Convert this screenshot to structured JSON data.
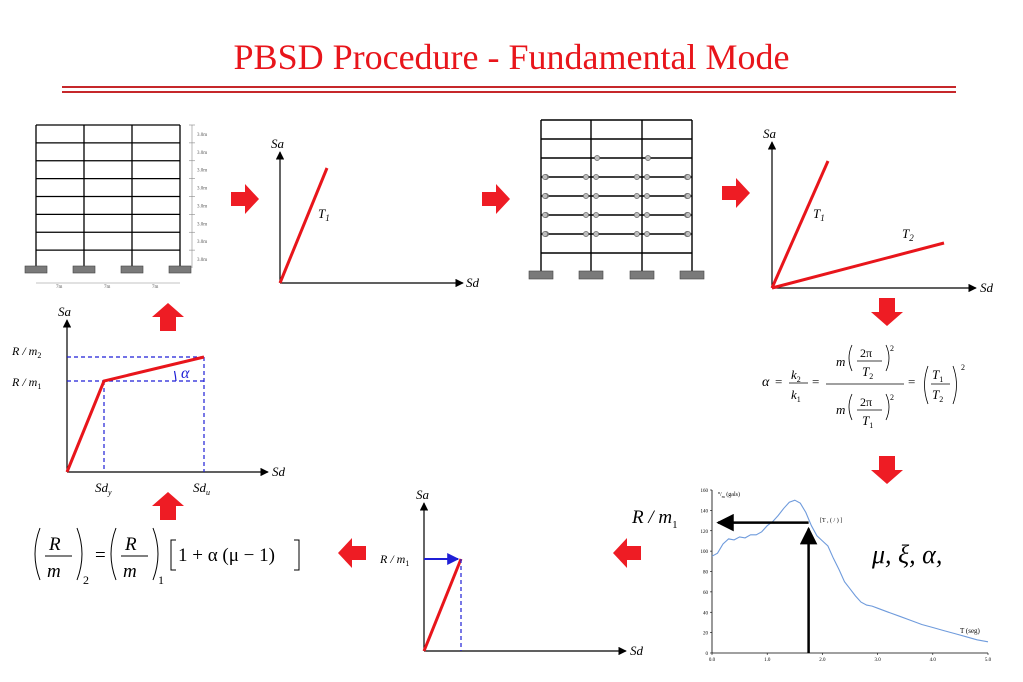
{
  "title": "PBSD Procedure -  Fundamental Mode",
  "colors": {
    "title": "#e8151b",
    "rule": "#c6282b",
    "arrow": "#ee1c24",
    "line": "#e8151b",
    "guide": "#1f1fd6",
    "spectrum": "#6f9bdc"
  },
  "frame": {
    "story_heights": [
      "3.0m",
      "3.0m",
      "3.0m",
      "3.0m",
      "3.0m",
      "3.0m",
      "3.0m",
      "3.0m"
    ],
    "bay_widths": [
      "7m",
      "7m",
      "7m"
    ]
  },
  "elastic_chart": {
    "ylabel": "Sa",
    "xlabel": "Sd",
    "line_label": "T",
    "line_sub": "1"
  },
  "damaged_chart": {
    "ylabel": "Sa",
    "xlabel": "Sd",
    "line1_label": "T",
    "line1_sub": "1",
    "line2_label": "T",
    "line2_sub": "2"
  },
  "bilinear_chart": {
    "ylabel": "Sa",
    "xlabel": "Sd",
    "y_label_2": "R / m",
    "y_sub_2": "2",
    "y_label_1": "R / m",
    "y_sub_1": "1",
    "angle_label": "α",
    "x_label_y": "Sd",
    "x_sub_y": "y",
    "x_label_u": "Sd",
    "x_sub_u": "u"
  },
  "small_chart": {
    "ylabel": "Sa",
    "xlabel": "Sd",
    "y_label": "R / m",
    "y_sub": "1"
  },
  "spectrum_chart": {
    "type": "line",
    "ylabel_text": "(gals)",
    "xlabel": "T (seg)",
    "marker_label": "[T , ( / ) ]",
    "ylim": [
      0,
      160
    ],
    "xlim": [
      0,
      5
    ],
    "y_ticks": [
      "0",
      "20",
      "40",
      "60",
      "80",
      "100",
      "120",
      "140",
      "160"
    ],
    "x_ticks": [
      "0.0",
      "1.0",
      "2.0",
      "3.0",
      "4.0",
      "5.0"
    ],
    "x": [
      0.0,
      0.1,
      0.2,
      0.3,
      0.4,
      0.5,
      0.6,
      0.7,
      0.8,
      0.9,
      1.0,
      1.1,
      1.2,
      1.3,
      1.4,
      1.5,
      1.6,
      1.7,
      1.8,
      1.9,
      2.0,
      2.1,
      2.2,
      2.3,
      2.4,
      2.5,
      2.6,
      2.7,
      2.8,
      2.9,
      3.0,
      3.2,
      3.4,
      3.6,
      3.8,
      4.0,
      4.2,
      4.4,
      4.6,
      4.8,
      5.0
    ],
    "values": [
      95,
      98,
      107,
      112,
      111,
      114,
      113,
      116,
      116,
      119,
      125,
      129,
      135,
      142,
      148,
      150,
      147,
      138,
      125,
      115,
      110,
      105,
      93,
      82,
      70,
      63,
      56,
      50,
      47,
      46,
      44,
      40,
      36,
      32,
      28,
      25,
      22,
      19,
      16,
      13,
      11
    ],
    "marker_x": 1.75,
    "marker_y": 128
  },
  "formulas": {
    "alpha_label": "α",
    "eq": "=",
    "k2": "k",
    "k2_sub": "2",
    "k1": "k",
    "k1_sub": "1",
    "m": "m",
    "two_pi": "2π",
    "T2": "T",
    "T2_sub": "2",
    "T1": "T",
    "T1_sub": "1",
    "pow": "2",
    "mu_xi_alpha": "μ, ξ, α,",
    "R_over_m1": "R / m",
    "R_over_m1_sub": "1",
    "R": "R",
    "mm": "m",
    "sub2": "2",
    "sub1": "1",
    "bracket_term": "1 + α (μ − 1)"
  }
}
